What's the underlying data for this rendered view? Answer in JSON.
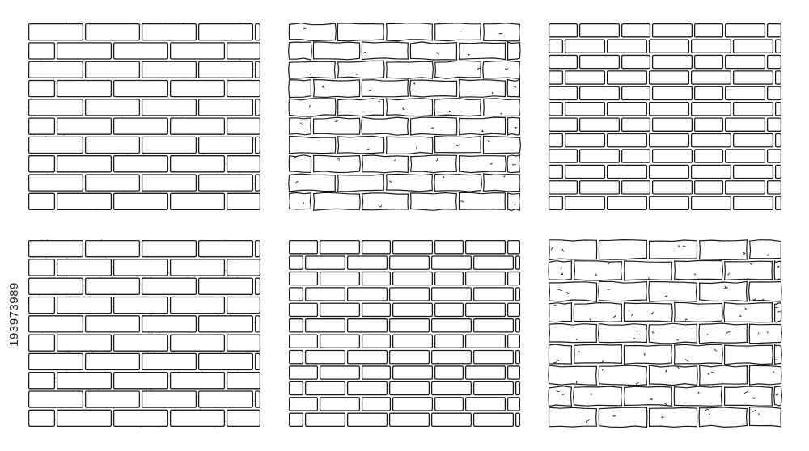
{
  "image_id_text": "193973989",
  "colors": {
    "stroke": "#1a1a1a",
    "fill": "#ffffff",
    "mortar_dots": "#555555"
  },
  "panels": [
    {
      "name": "smooth-running-bond-dotted-mortar",
      "pattern": "running-bond",
      "style": "smooth",
      "mortar": "dotted"
    },
    {
      "name": "rough-textured-brick-wall",
      "pattern": "running-bond",
      "style": "rough",
      "mortar": "plain"
    },
    {
      "name": "alternating-course-brick-wall",
      "pattern": "alternating",
      "style": "smooth",
      "mortar": "plain"
    },
    {
      "name": "smooth-running-bond-dense-dotted-mortar",
      "pattern": "running-bond",
      "style": "smooth",
      "mortar": "dotted"
    },
    {
      "name": "alternating-course-variant-brick-wall",
      "pattern": "alternating-variant",
      "style": "smooth",
      "mortar": "plain"
    },
    {
      "name": "cracked-stone-brick-wall",
      "pattern": "running-bond",
      "style": "cracked",
      "mortar": "plain"
    }
  ]
}
